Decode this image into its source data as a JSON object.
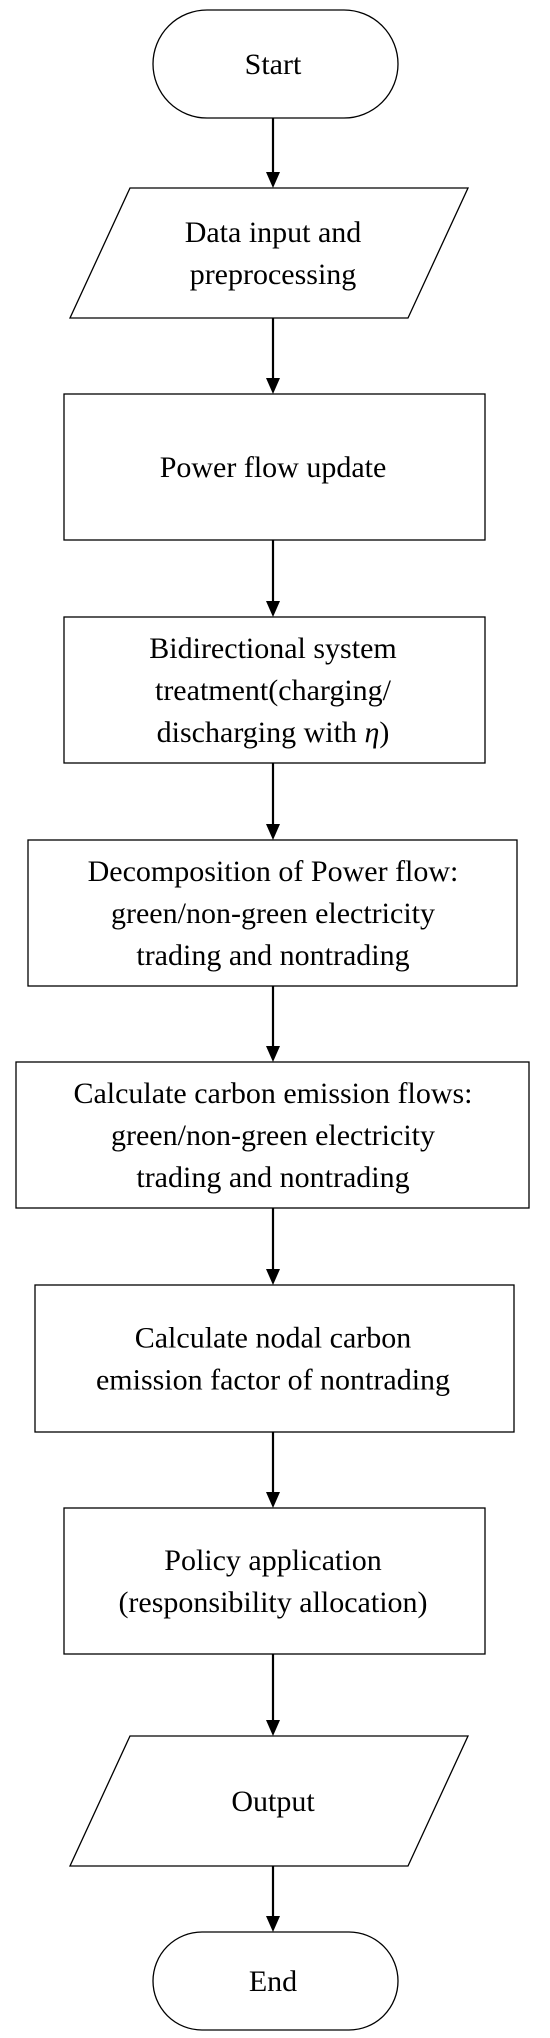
{
  "flowchart": {
    "nodes": [
      {
        "id": "start",
        "shape": "terminal",
        "lines": [
          "Start"
        ]
      },
      {
        "id": "data-input",
        "shape": "parallelogram",
        "lines": [
          "Data input and",
          "preprocessing"
        ]
      },
      {
        "id": "power-flow-update",
        "shape": "process",
        "lines": [
          "Power flow update"
        ]
      },
      {
        "id": "bidirectional",
        "shape": "process",
        "lines": [
          "Bidirectional system",
          "treatment(charging/",
          "discharging with "
        ],
        "italic_suffix": "η",
        "suffix_after": ")"
      },
      {
        "id": "decomposition",
        "shape": "process",
        "lines": [
          "Decomposition of Power flow:",
          "green/non-green electricity",
          "trading and nontrading"
        ]
      },
      {
        "id": "carbon-flows",
        "shape": "process",
        "lines": [
          "Calculate carbon emission flows:",
          "green/non-green electricity",
          "trading and nontrading"
        ]
      },
      {
        "id": "nodal-factor",
        "shape": "process",
        "lines": [
          "Calculate nodal carbon",
          "emission factor of nontrading"
        ]
      },
      {
        "id": "policy",
        "shape": "process",
        "lines": [
          "Policy application",
          "(responsibility allocation)"
        ]
      },
      {
        "id": "output",
        "shape": "parallelogram",
        "lines": [
          "Output"
        ]
      },
      {
        "id": "end",
        "shape": "terminal",
        "lines": [
          "End"
        ]
      }
    ],
    "edges": [
      [
        "start",
        "data-input"
      ],
      [
        "data-input",
        "power-flow-update"
      ],
      [
        "power-flow-update",
        "bidirectional"
      ],
      [
        "bidirectional",
        "decomposition"
      ],
      [
        "decomposition",
        "carbon-flows"
      ],
      [
        "carbon-flows",
        "nodal-factor"
      ],
      [
        "nodal-factor",
        "policy"
      ],
      [
        "policy",
        "output"
      ],
      [
        "output",
        "end"
      ]
    ],
    "colors": {
      "stroke": "#000000",
      "fill": "#ffffff",
      "text": "#000000"
    }
  }
}
